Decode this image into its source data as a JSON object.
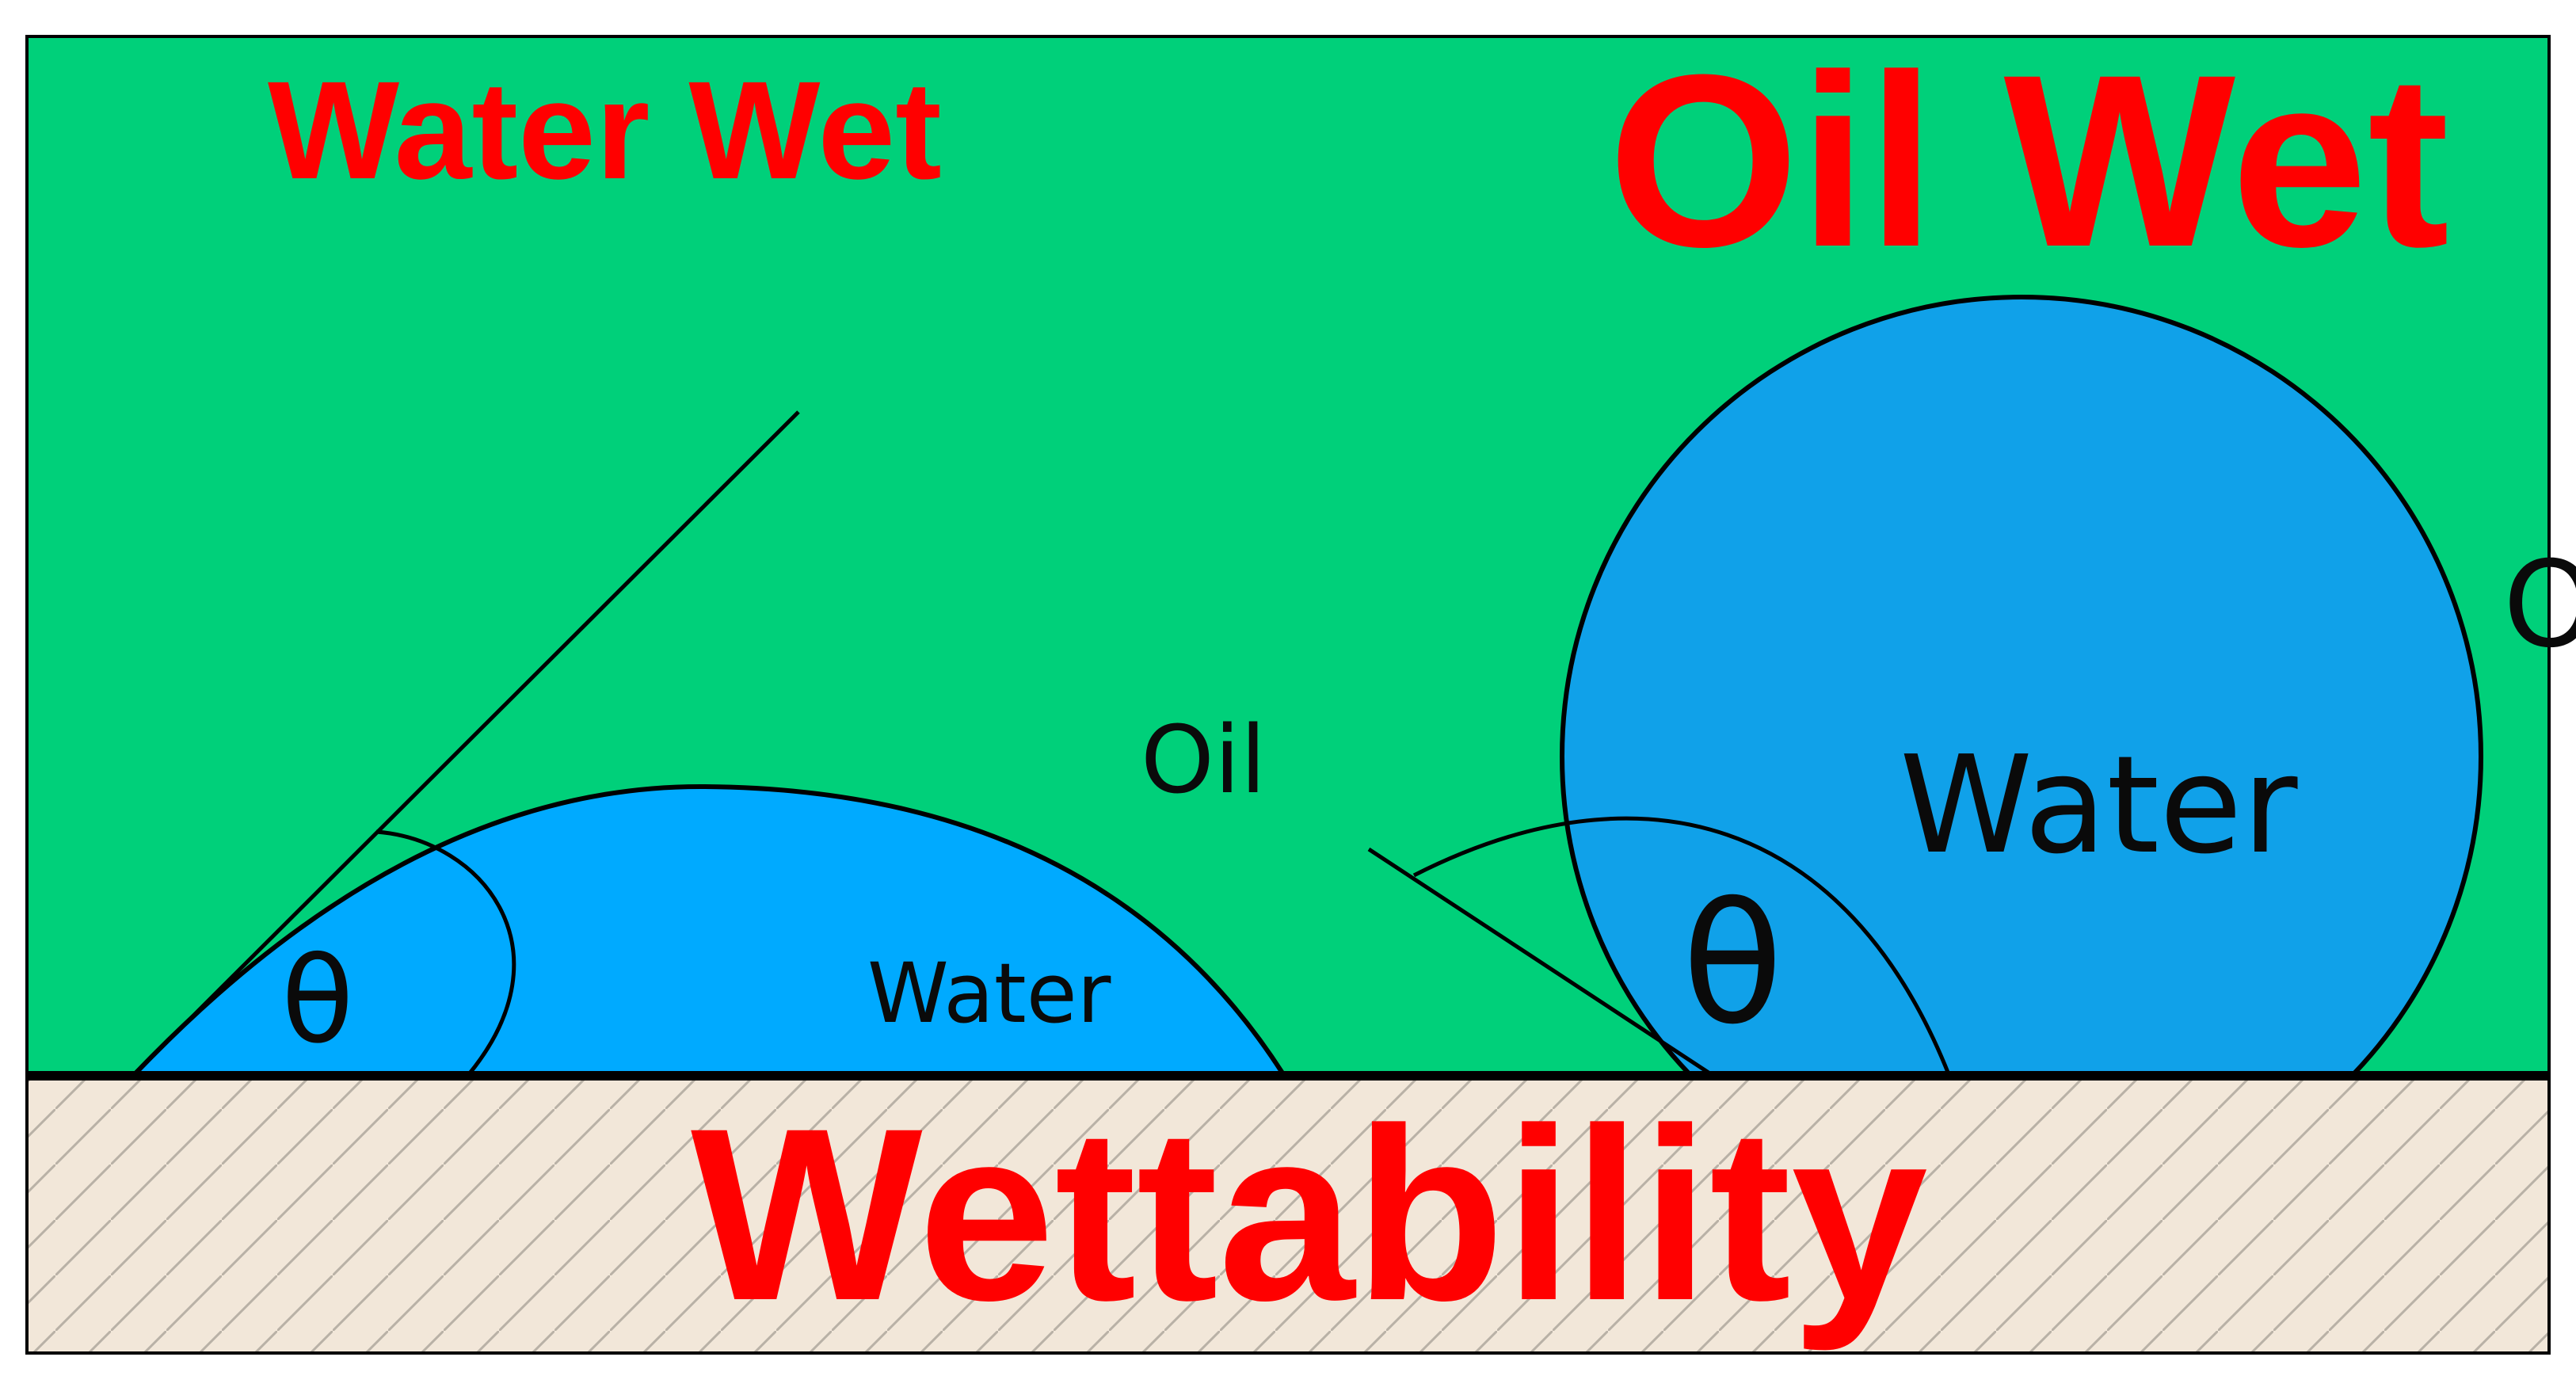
{
  "diagram": {
    "title_left": "Water Wet",
    "title_right": "Oil Wet",
    "footer_title": "Wettability",
    "left_panel": {
      "oil_label": "Oil",
      "water_label": "Water",
      "angle_symbol": "θ"
    },
    "right_panel": {
      "water_label": "Water",
      "angle_symbol": "θ",
      "oil_label_partial": "O"
    }
  },
  "colors": {
    "oil_phase": "#00d07a",
    "water_drop_left": "#00aaff",
    "water_drop_right": "#10a1e9",
    "substrate": "#f2e7d9",
    "hatch": "#b9b1a6",
    "title_red": "#ff0000",
    "outline": "#000000"
  }
}
